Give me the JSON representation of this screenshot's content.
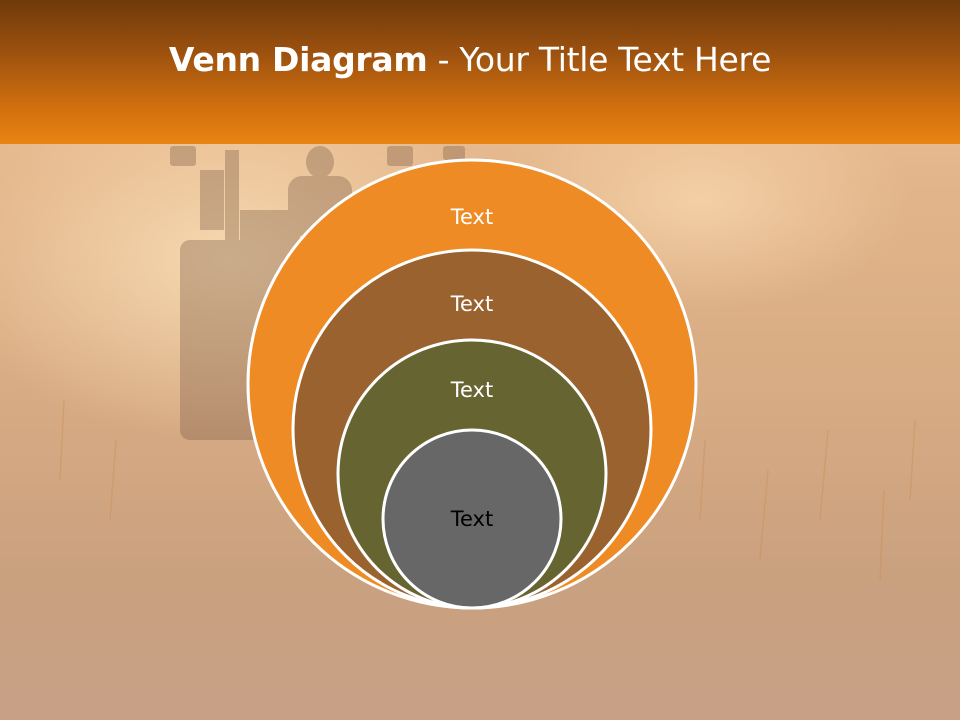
{
  "slide": {
    "title_bold": "Venn Diagram",
    "title_rest": " - Your Title Text Here"
  },
  "diagram": {
    "circles": [
      {
        "label": "Text",
        "fill": "#ee8b24",
        "text_color": "#ffffff"
      },
      {
        "label": "Text",
        "fill": "#99622f",
        "text_color": "#ffffff"
      },
      {
        "label": "Text",
        "fill": "#666532",
        "text_color": "#ffffff"
      },
      {
        "label": "Text",
        "fill": "#676767",
        "text_color": "#000000"
      }
    ]
  },
  "colors": {
    "header_dark": "#6e3a0a",
    "header_light": "#e88413",
    "circle_stroke": "#ffffff"
  }
}
